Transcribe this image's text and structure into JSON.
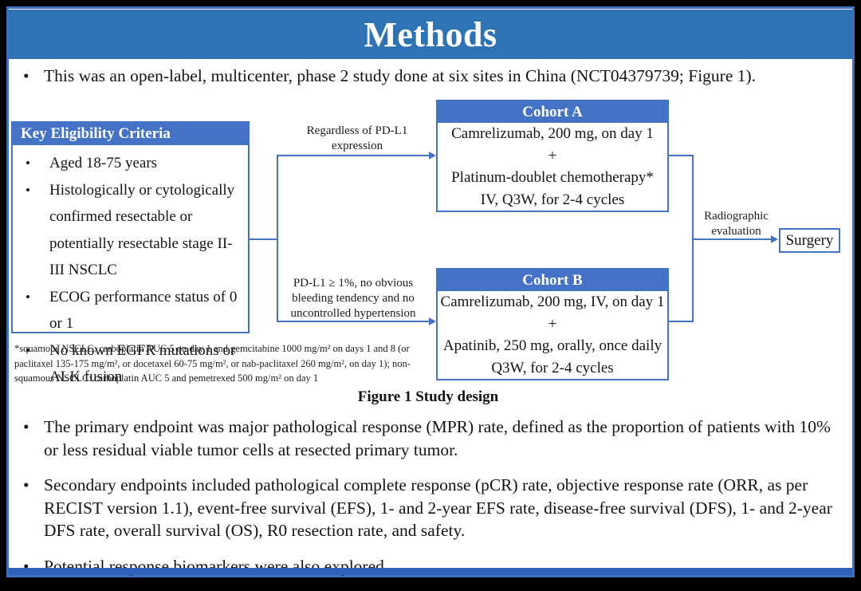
{
  "title": "Methods",
  "intro_bullet": "This was an open-label, multicenter, phase 2 study done at six sites in China (NCT04379739; Figure 1).",
  "figure": {
    "eligibility": {
      "header": "Key  Eligibility Criteria",
      "items": [
        "Aged 18-75 years",
        "Histologically or cytologically confirmed resectable or potentially resectable stage II-III  NSCLC",
        "ECOG performance status of 0 or 1",
        "No known EGFR mutations or ALK fusion"
      ]
    },
    "branch_top_label": "Regardless of PD-L1 expression",
    "branch_bottom_label": "PD-L1 ≥ 1%, no obvious bleeding tendency and no uncontrolled hypertension",
    "cohort_a": {
      "header": "Cohort A",
      "lines": [
        "Camrelizumab, 200 mg, on day 1",
        "+",
        "Platinum-doublet chemotherapy*",
        "IV, Q3W, for 2-4 cycles"
      ]
    },
    "cohort_b": {
      "header": "Cohort B",
      "lines": [
        "Camrelizumab, 200 mg, IV, on day 1",
        "+",
        "Apatinib, 250 mg, orally, once daily",
        "Q3W, for 2-4 cycles"
      ]
    },
    "radiographic_label": "Radiographic evaluation",
    "surgery_label": "Surgery",
    "footnote": "*squamous NSCLC: carboplatin AUC 5 on day 1 and gemcitabine 1000 mg/m² on days 1 and 8 (or paclitaxel 135-175 mg/m², or docetaxel 60-75 mg/m², or nab-paclitaxel 260 mg/m², on day 1); non-squamous NSCLC: carboplatin AUC 5 and pemetrexed 500 mg/m² on day 1",
    "caption": "Figure 1 Study design"
  },
  "bottom_bullets": [
    "The primary endpoint was major pathological response (MPR) rate, defined as the proportion of patients with 10% or less residual viable tumor cells at resected primary tumor.",
    "Secondary endpoints included pathological complete response (pCR) rate, objective response rate (ORR, as per RECIST version 1.1), event-free survival (EFS), 1- and 2-year EFS rate, disease-free survival (DFS), 1- and 2-year DFS rate, overall survival (OS), R0 resection rate, and safety.",
    "Potential response biomarkers were also explored."
  ],
  "colors": {
    "title_bar": "#2E74B5",
    "box_header": "#4472C4",
    "connector": "#4472C4",
    "border": "#3F6EC0",
    "footer_bar": "#2F5FB8"
  }
}
